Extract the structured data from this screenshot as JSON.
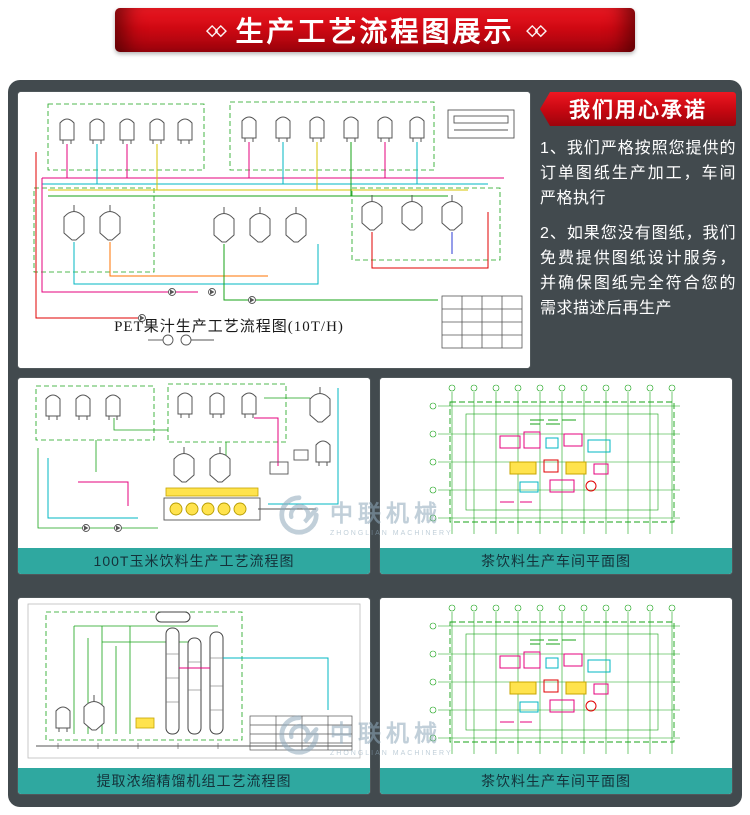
{
  "header": {
    "title": "生产工艺流程图展示",
    "left_decoration": "◇◇",
    "right_decoration": "◇◇"
  },
  "promise": {
    "title": "我们用心承诺",
    "items": [
      "1、我们严格按照您提供的订单图纸生产加工，车间严格执行",
      "2、如果您没有图纸，我们免费提供图纸设计服务，并确保图纸完全符合您的需求描述后再生产"
    ]
  },
  "panels": {
    "pet_juice": {
      "caption": "PET果汁生产工艺流程图(10T/H)"
    },
    "corn_beverage": {
      "caption": "100T玉米饮料生产工艺流程图"
    },
    "tea_workshop_1": {
      "caption": "茶饮料生产车间平面图"
    },
    "distillation": {
      "caption": "提取浓缩精馏机组工艺流程图"
    },
    "tea_workshop_2": {
      "caption": "茶饮料生产车间平面图"
    }
  },
  "watermark": {
    "name": "中联机械",
    "subtext": "ZHONGLIAN MACHINERY"
  },
  "colors": {
    "accent_red": "#c50711",
    "caption_teal": "#2fa8a0",
    "board_dark": "#424a4e"
  }
}
